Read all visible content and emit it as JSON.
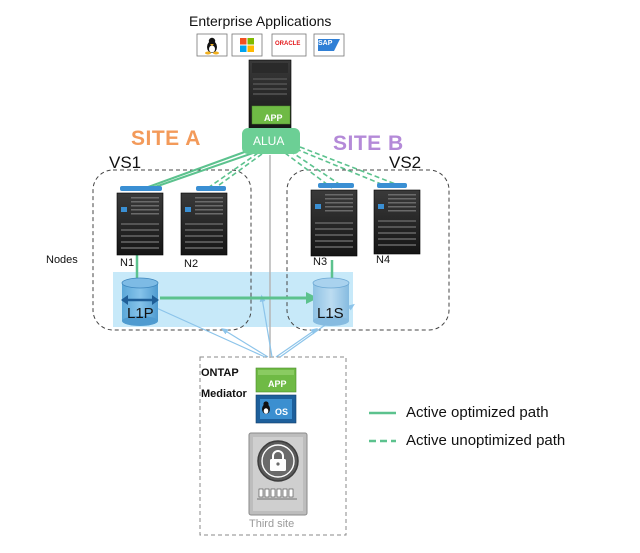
{
  "title": "Enterprise Applications",
  "app_logos": [
    {
      "name": "linux-logo",
      "label": ""
    },
    {
      "name": "windows-logo",
      "label": ""
    },
    {
      "name": "oracle-logo",
      "label": "ORACLE"
    },
    {
      "name": "sap-logo",
      "label": "SAP"
    }
  ],
  "host": {
    "app_label": "APP",
    "alua_label": "ALUA"
  },
  "sites": {
    "a": "SITE A",
    "b": "SITE B"
  },
  "vservers": {
    "vs1": "VS1",
    "vs2": "VS2"
  },
  "nodes_label": "Nodes",
  "nodes": [
    "N1",
    "N2",
    "N3",
    "N4"
  ],
  "volumes": {
    "primary": "L1P",
    "secondary": "L1S"
  },
  "mediator": {
    "line1": "ONTAP",
    "line2": "Mediator",
    "app_label": "APP",
    "os_label": "OS"
  },
  "third_site": "Third site",
  "legend": [
    {
      "style": "solid",
      "label": "Active optimized path"
    },
    {
      "style": "dashed",
      "label": "Active unoptimized path"
    }
  ],
  "colors": {
    "site_a": "#f39a5a",
    "site_b": "#b48ad8",
    "optimized_path": "#5cc28e",
    "unoptimized_path": "#5cc28e",
    "mediator_path": "#8cc4ea",
    "replication_band": "#c7e9f9",
    "app_green": "#6fba45",
    "alua_green": "#6ccf95",
    "os_blue": "#3b8fd0"
  }
}
